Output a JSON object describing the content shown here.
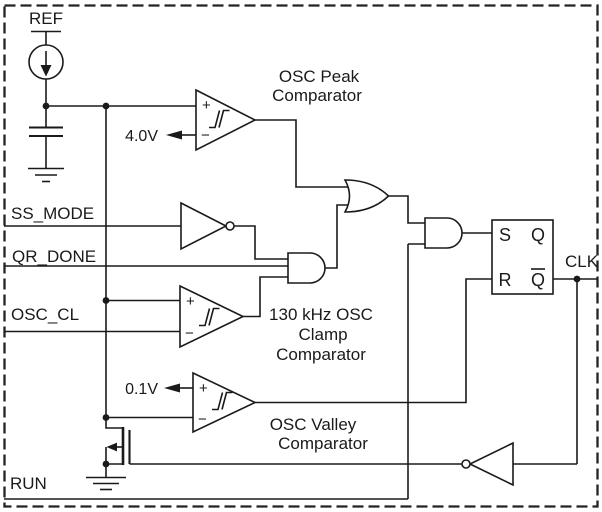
{
  "diagram": {
    "type": "oscillator-logic-schematic",
    "signals": {
      "ref": "REF",
      "ss_mode": "SS_MODE",
      "qr_done": "QR_DONE",
      "osc_cl": "OSC_CL",
      "run": "RUN",
      "clk": "CLK"
    },
    "thresholds": {
      "peak": "4.0V",
      "valley": "0.1V"
    },
    "comparators": {
      "peak": {
        "line1": "OSC Peak",
        "line2": "Comparator"
      },
      "clamp": {
        "line1": "130 kHz OSC",
        "line2": "Clamp",
        "line3": "Comparator"
      },
      "valley": {
        "line1": "OSC Valley",
        "line2": "Comparator"
      }
    },
    "flip_flop": {
      "s": "S",
      "q": "Q",
      "r": "R",
      "q_bar": "Q"
    },
    "symbols": {
      "plus": "+",
      "minus": "−"
    },
    "colors": {
      "line": "#1a1a1a",
      "background": "#ffffff",
      "text": "#1a1a1a"
    }
  }
}
